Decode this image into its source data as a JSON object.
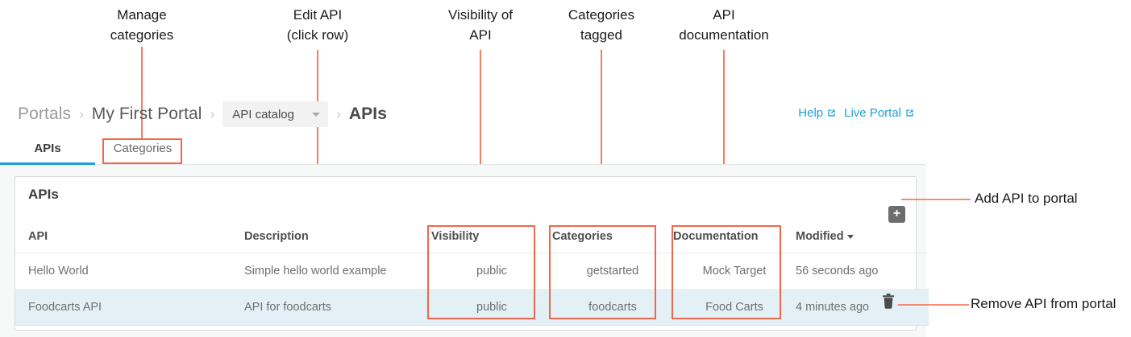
{
  "annotations": {
    "top": [
      {
        "text": "Manage\ncategories",
        "name": "annotation-manage-categories"
      },
      {
        "text": "Edit API\n(click row)",
        "name": "annotation-edit-api"
      },
      {
        "text": "Visibility of\nAPI",
        "name": "annotation-visibility-of-api"
      },
      {
        "text": "Categories\ntagged",
        "name": "annotation-categories-tagged"
      },
      {
        "text": "API\ndocumentation",
        "name": "annotation-api-documentation"
      }
    ],
    "right": [
      {
        "text": "Add API to portal",
        "name": "annotation-add-api-to-portal"
      },
      {
        "text": "Remove API from portal",
        "name": "annotation-remove-api-from-portal"
      }
    ],
    "accent_color": "#f4664a"
  },
  "breadcrumb": {
    "portals": "Portals",
    "portal_name": "My First Portal",
    "catalog_select": "API catalog",
    "current": "APIs",
    "separator": "›"
  },
  "toplinks": {
    "help": "Help",
    "live_portal": "Live Portal"
  },
  "tabs": {
    "apis": "APIs",
    "categories": "Categories"
  },
  "card": {
    "title": "APIs",
    "add_button": "+",
    "columns": [
      "API",
      "Description",
      "Visibility",
      "Categories",
      "Documentation",
      "Modified"
    ],
    "sort_column": "Modified",
    "rows": [
      {
        "api": "Hello World",
        "description": "Simple hello world example",
        "visibility": "public",
        "categories": "getstarted",
        "documentation": "Mock Target",
        "modified": "56 seconds ago",
        "selected": false
      },
      {
        "api": "Foodcarts API",
        "description": "API for foodcarts",
        "visibility": "public",
        "categories": "foodcarts",
        "documentation": "Food Carts",
        "modified": "4 minutes ago",
        "selected": true
      }
    ]
  },
  "colors": {
    "accent_link": "#1ba0d7",
    "selected_row": "#e3f1f7",
    "annotation": "#f4664a"
  }
}
